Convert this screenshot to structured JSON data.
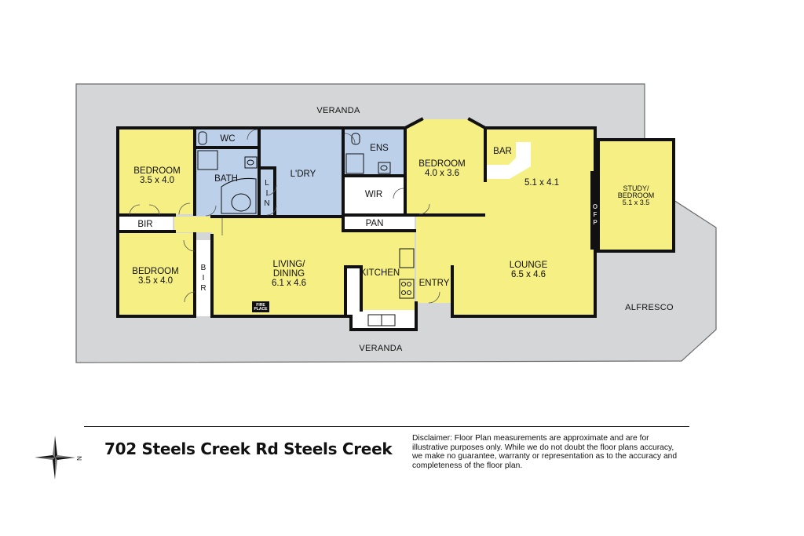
{
  "labels": {
    "veranda_top": "VERANDA",
    "veranda_bottom": "VERANDA",
    "alfresco": "ALFRESCO",
    "bedroom1": "BEDROOM",
    "bedroom1_dim": "3.5 x 4.0",
    "bedroom2": "BEDROOM",
    "bedroom2_dim": "3.5 x 4.0",
    "bedroom3": "BEDROOM",
    "bedroom3_dim": "4.0 x 3.6",
    "wc": "WC",
    "bath": "BATH",
    "lin": [
      "L",
      "I",
      "N"
    ],
    "ldry": "L'DRY",
    "ens": "ENS",
    "wir": "WIR",
    "pan": "PAN",
    "bir_top": "BIR",
    "bir_side": [
      "B",
      "I",
      "R"
    ],
    "living": "LIVING/",
    "dining": "DINING",
    "living_dim": "6.1 x 4.6",
    "fireplace_1": "FIRE",
    "fireplace_2": "PLACE",
    "kitchen": "KITCHEN",
    "entry": "ENTRY",
    "bar": "BAR",
    "bar_dim": "5.1 x 4.1",
    "lounge": "LOUNGE",
    "lounge_dim": "6.5 x 4.6",
    "ofp": [
      "O",
      "F",
      "P"
    ],
    "study_1": "STUDY/",
    "study_2": "BEDROOM",
    "study_dim": "5.1 x 3.5"
  },
  "footer": {
    "address": "702 Steels Creek Rd Steels Creek",
    "disclaimer": "Disclaimer: Floor Plan measurements are approximate and are for\n illustrative purposes only. While we do not doubt the floor plans accuracy,\nwe make no guarantee, warranty or representation as to the accuracy and\n completeness of the floor plan.",
    "compass_letter": "N"
  },
  "colors": {
    "outdoor": "#d4d6d7",
    "room_yellow": "#f6ef83",
    "wet_blue": "#bcd0ea",
    "white": "#ffffff",
    "wall": "#111111"
  }
}
